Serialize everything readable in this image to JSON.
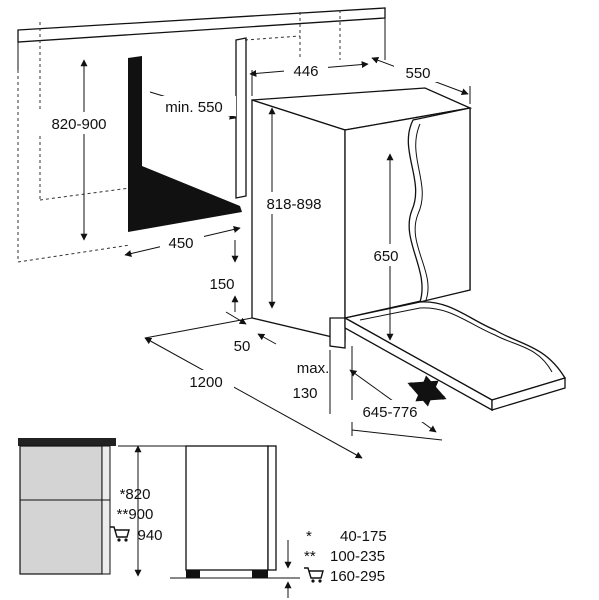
{
  "dimensions": {
    "width_446": "446",
    "depth_550": "550",
    "min_550": "min. 550",
    "height_820_900": "820-900",
    "height_818_898": "818-898",
    "width_450": "450",
    "door_650": "650",
    "gap_150": "150",
    "gap_50": "50",
    "length_1200": "1200",
    "max_label": "max.",
    "max_130": "130",
    "range_645_776": "645-776"
  },
  "side_view": {
    "h1": "*820",
    "h2": "**900",
    "h3": "940"
  },
  "legend": [
    {
      "marker": "*",
      "value": "40-175"
    },
    {
      "marker": "**",
      "value": "100-235"
    },
    {
      "marker": "cart",
      "value": "160-295"
    }
  ]
}
